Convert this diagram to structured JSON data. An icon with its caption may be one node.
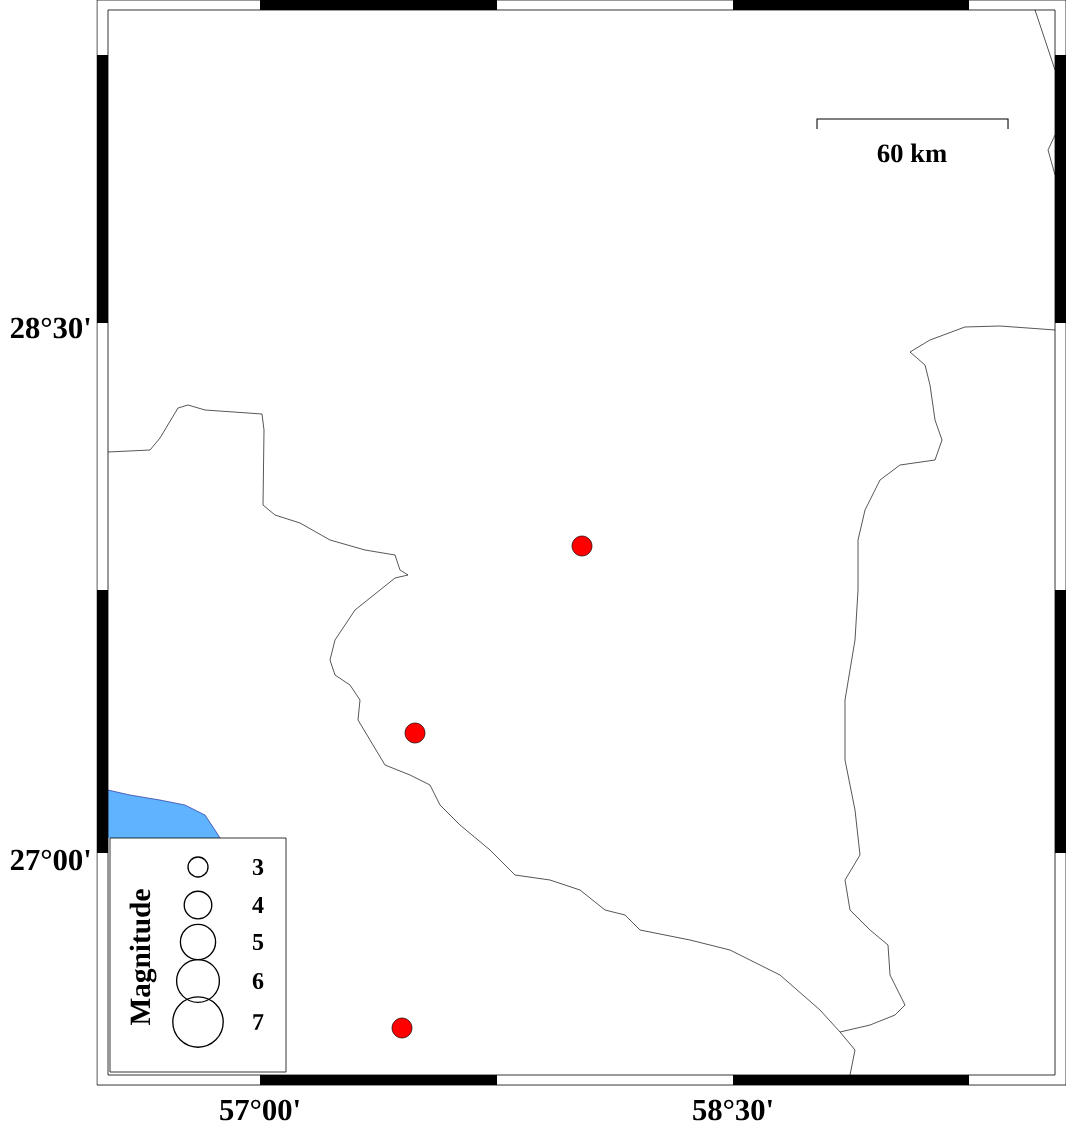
{
  "diagram": {
    "labels": [
      "60 km",
      "28°30'",
      "27°00'",
      "57°00'",
      "58°30'",
      "Magnitude"
    ],
    "legend": [
      {
        "text": "3"
      },
      {
        "text": "4"
      },
      {
        "text": "5"
      },
      {
        "text": "6"
      },
      {
        "text": "7"
      }
    ]
  }
}
